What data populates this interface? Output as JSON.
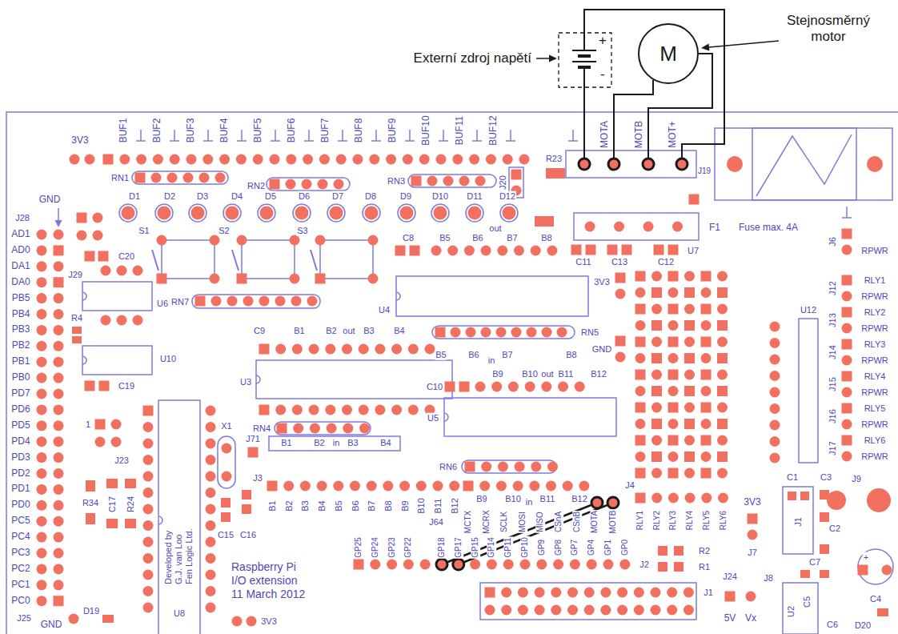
{
  "diagram": {
    "nodes": [
      {
        "text": [
          "+",
          "-"
        ]
      },
      {
        "text": [
          "M"
        ]
      }
    ],
    "labels": [
      "Externí zdroj napětí",
      "Stejnosměrný motor",
      "3V3",
      "BUF1",
      "BUF2",
      "BUF3",
      "BUF4",
      "BUF5",
      "BUF6",
      "BUF7",
      "BUF8",
      "BUF9",
      "BUF10",
      "BUF11",
      "BUF12",
      "RN1",
      "RN2",
      "RN3",
      "J20",
      "R23",
      "MOTA",
      "MOTB",
      "MOT+",
      "J19",
      "F1",
      "Fuse max. 4A",
      "U7",
      "D1",
      "D2",
      "D3",
      "D4",
      "D5",
      "D6",
      "D7",
      "D8",
      "D9",
      "D10",
      "D11",
      "D12",
      "S1",
      "S2",
      "S3",
      "out",
      "C8",
      "B5",
      "B6",
      "B7",
      "B8",
      "C11",
      "C13",
      "C12",
      "J6",
      "RPWR",
      "J12",
      "RLY1",
      "RPWR",
      "J13",
      "RLY2",
      "RPWR",
      "J14",
      "RLY3",
      "RPWR",
      "J15",
      "RLY4",
      "RPWR",
      "J16",
      "RLY5",
      "RPWR",
      "J17",
      "RLY6",
      "RPWR",
      "GND",
      "J28",
      "AD1",
      "AD0",
      "DA1",
      "DA0",
      "PB5",
      "PB4",
      "PB3",
      "PB2",
      "PB1",
      "PB0",
      "PD7",
      "PD6",
      "PD5",
      "PD4",
      "PD3",
      "PD2",
      "PD1",
      "PD0",
      "PC5",
      "PC4",
      "PC3",
      "PC2",
      "PC1",
      "PC0",
      "J29",
      "J25",
      "GND",
      "D19",
      "C20",
      "U6",
      "R4",
      "U10",
      "C19",
      "1",
      "J23",
      "R34",
      "C17",
      "R24",
      "X1",
      "J71",
      "C15",
      "C16",
      "J3",
      "B1",
      "B2",
      "B3",
      "B4",
      "B5",
      "B6",
      "B7",
      "B8",
      "B9",
      "B10",
      "B11",
      "B12",
      "U8",
      "Developed by G.J. van Loo Fen Logic Ltd.",
      "RN7",
      "C9",
      "B1",
      "B2",
      "out",
      "B3",
      "B4",
      "U3",
      "RN4",
      "B1",
      "B2",
      "in",
      "B3",
      "B4",
      "U4",
      "3V3",
      "RN5",
      "GND",
      "B5",
      "B6",
      "in",
      "B7",
      "B8",
      "C10",
      "B9",
      "B10",
      "out",
      "B11",
      "B12",
      "U5",
      "RN6",
      "B9",
      "B10",
      "in",
      "B11",
      "B12",
      "J64",
      "MCTX",
      "MCRX",
      "SCLK",
      "MOSI",
      "MISO",
      "CSnA",
      "CSnB",
      "MOTA",
      "MOTB",
      "GP25",
      "GP24",
      "GP23",
      "GP22",
      "GP18",
      "GP17",
      "GP15",
      "GP14",
      "GP11",
      "GP10",
      "GP9",
      "GP8",
      "GP7",
      "GP4",
      "GP1",
      "GP0",
      "J2",
      "J4",
      "RLY1",
      "RLY2",
      "RLY3",
      "RLY4",
      "RLY5",
      "RLY6",
      "R2",
      "R1",
      "J1",
      "3V3",
      "J7",
      "J24",
      "5V",
      "Vx",
      "J8",
      "C1",
      "C3",
      "J1",
      "C2",
      "J9",
      "C7",
      "+",
      "C4",
      "C5",
      "U2",
      "C6",
      "D20",
      "U12",
      "Raspberry Pi I/O extension 11 March 2012",
      "3V3"
    ]
  }
}
